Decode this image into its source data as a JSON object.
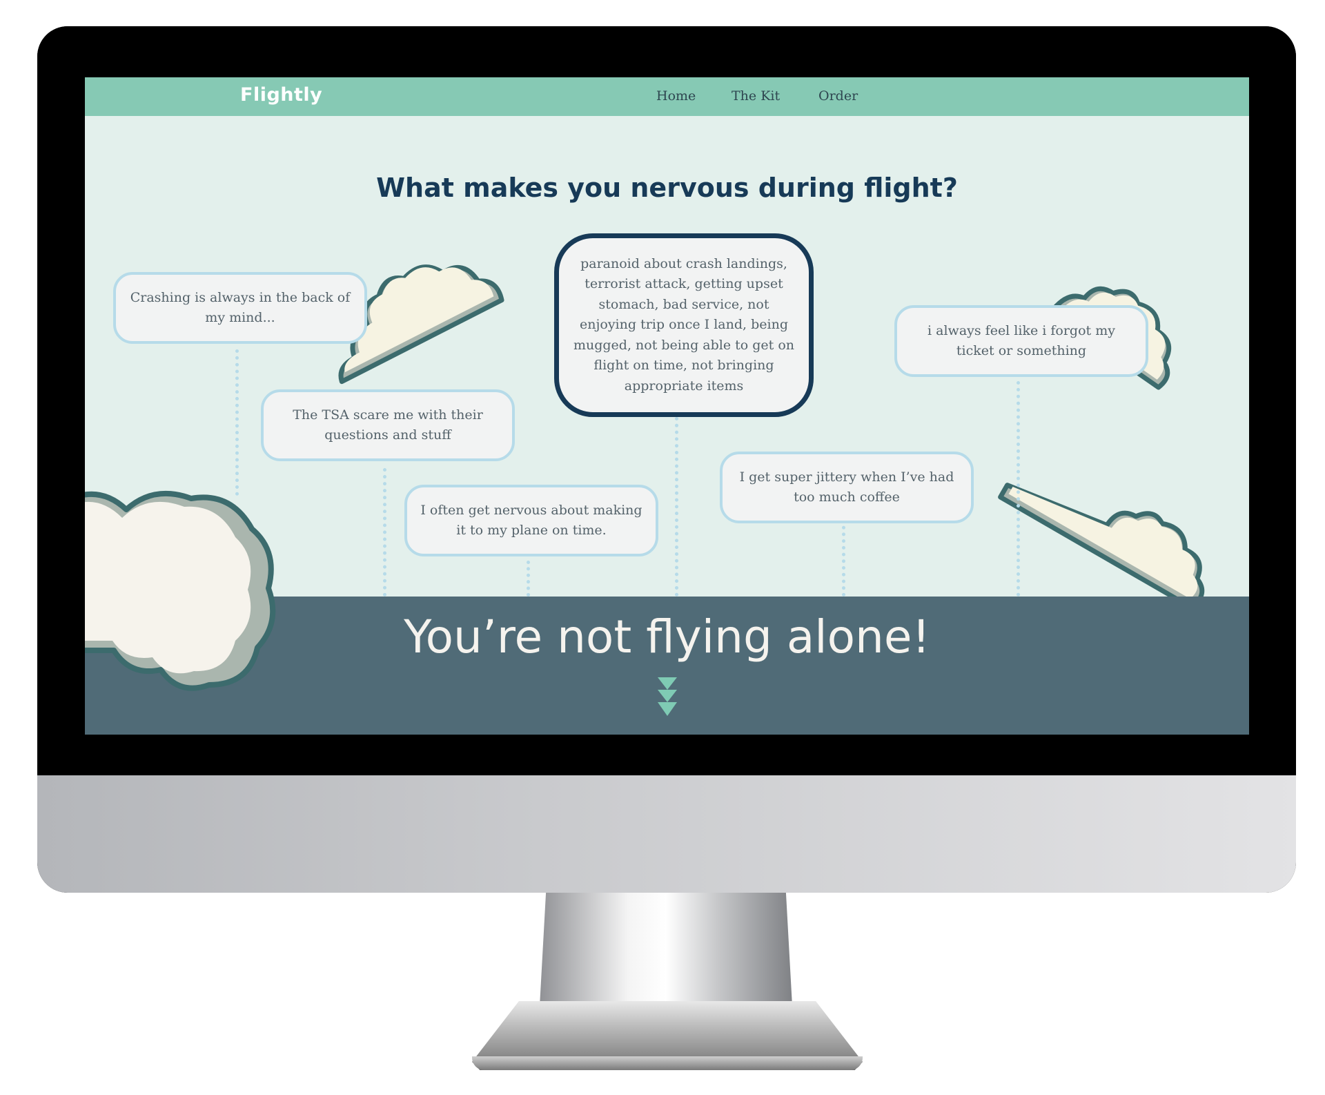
{
  "nav": {
    "logo": "Flightly",
    "links": [
      "Home",
      "The Kit",
      "Order"
    ]
  },
  "hero": {
    "headline": "What makes you nervous during flight?",
    "tagline": "You’re not flying alone!"
  },
  "bubbles": [
    "Crashing is always in the back of my mind...",
    "The TSA scare me with their questions and stuff",
    "I often get nervous about making it to my plane on time.",
    "paranoid about crash landings, terrorist attack, getting upset stomach, bad service, not enjoying trip once I land, being mugged, not being able to get on flight on time, not bringing appropriate items",
    "I get super jittery when I’ve had too much coffee",
    "i always feel like i forgot my ticket or something"
  ],
  "colors": {
    "nav_bg": "#86c9b4",
    "screen_bg": "#e3f0ec",
    "footer_bg": "#506b77",
    "headline": "#173a57",
    "bubble_border": "#b6dbe9",
    "accent_arrow": "#7fcbb4"
  },
  "icons": {
    "scroll_down": "triple-chevron-down-icon"
  }
}
